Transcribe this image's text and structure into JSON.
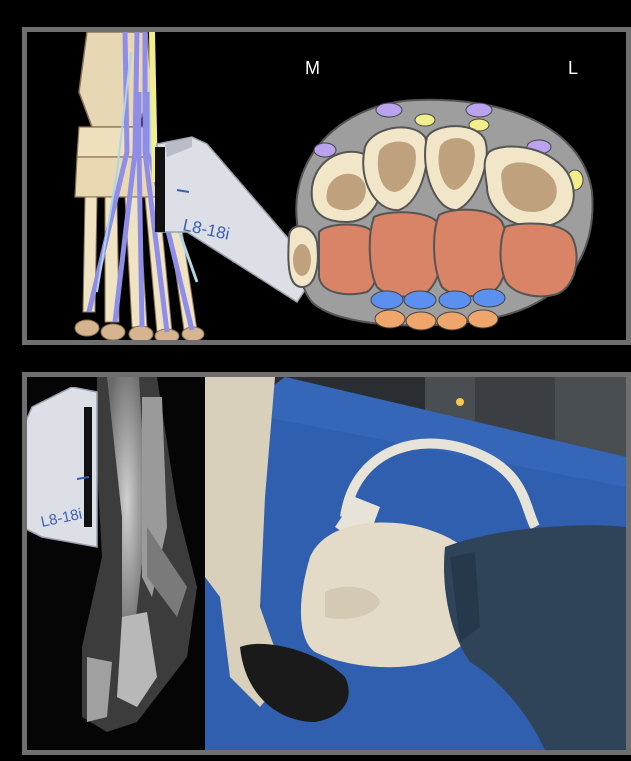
{
  "figure": {
    "orientation_labels": {
      "medial": "M",
      "lateral": "L"
    },
    "probe_model_label": "L8-18i"
  },
  "colors": {
    "frame_border": "#6f6f6f",
    "background": "#000000",
    "bone": "#f1e6c8",
    "bone_marrow": "#bfa27d",
    "muscle": "#d98466",
    "vein_blue": "#5b8ff0",
    "artery_orange": "#f0a66a",
    "nerve_yellow": "#f2ee8c",
    "lymph_purple": "#b9a3ee",
    "soft_tissue_gray": "#9e9e9e",
    "nerve_lines": "#8e8ee8",
    "table_blue": "#2f5fae",
    "glove_beige": "#e3dac7",
    "sleeve_navy": "#304459"
  },
  "icons": [
    "foot-anatomy-illustration",
    "ultrasound-probe",
    "cross-section-diagram",
    "xray-paw",
    "ultrasound-procedure-photo"
  ]
}
